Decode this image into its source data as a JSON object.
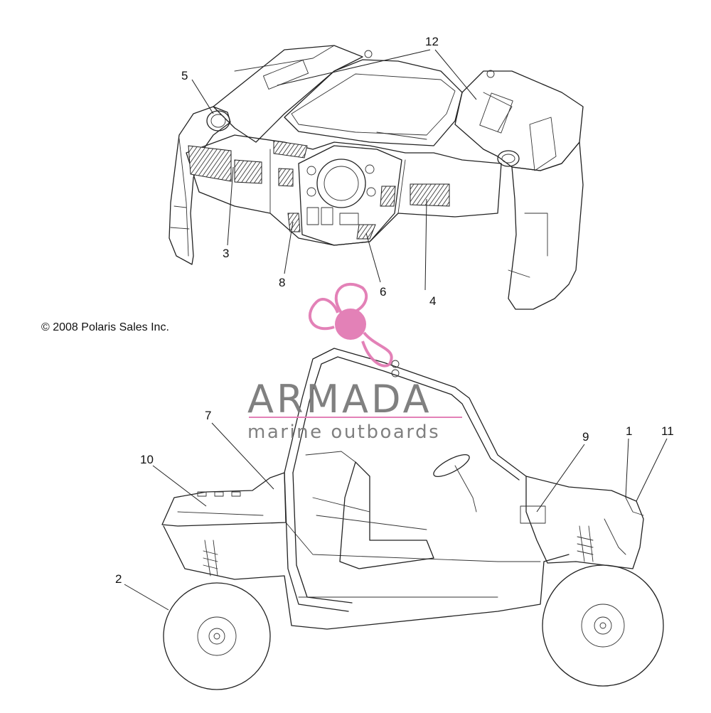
{
  "copyright": "© 2008 Polaris Sales Inc.",
  "watermark": {
    "brand": "ARMADA",
    "tagline": "marine outboards",
    "accent_color": "#e27bb4",
    "text_color": "#7a7a7a"
  },
  "callouts": {
    "c1": "1",
    "c2": "2",
    "c3": "3",
    "c4": "4",
    "c5": "5",
    "c6": "6",
    "c7": "7",
    "c8": "8",
    "c9": "9",
    "c10": "10",
    "c11": "11",
    "c12": "12"
  }
}
